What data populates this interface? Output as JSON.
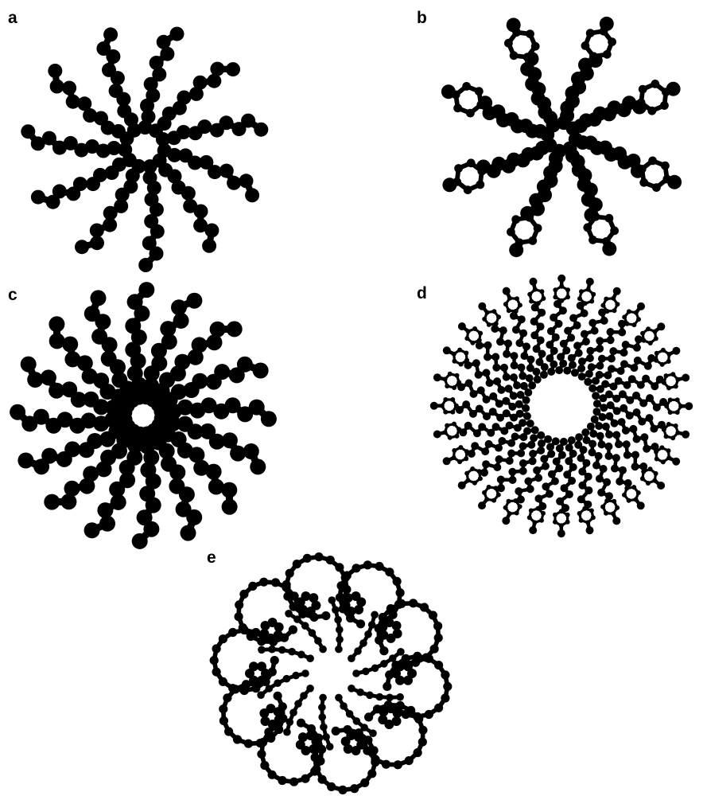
{
  "figure": {
    "panels": [
      {
        "id": "a",
        "label": "a",
        "arms": 11,
        "style": "chain"
      },
      {
        "id": "b",
        "label": "b",
        "arms": 8,
        "style": "chain-ring"
      },
      {
        "id": "c",
        "label": "c",
        "arms": 16,
        "style": "chain"
      },
      {
        "id": "d",
        "label": "d",
        "arms": 28,
        "style": "chain-ring-dense"
      },
      {
        "id": "e",
        "label": "e",
        "arms": 10,
        "style": "loops"
      }
    ],
    "colors": {
      "molecule": "#000000",
      "background": "#ffffff"
    }
  }
}
